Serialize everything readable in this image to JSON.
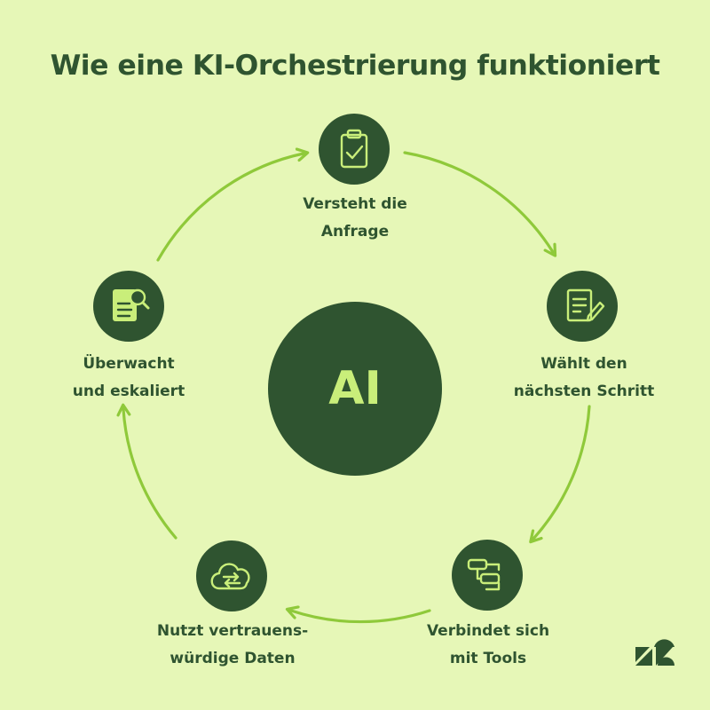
{
  "title": "Wie eine KI-Orchestrierung funktioniert",
  "center_label": "AI",
  "steps": [
    {
      "line1": "Versteht die",
      "line2": "Anfrage",
      "icon": "clipboard-check-icon"
    },
    {
      "line1": "Wählt den",
      "line2": "nächsten Schritt",
      "icon": "document-edit-icon"
    },
    {
      "line1": "Verbindet sich",
      "line2": "mit Tools",
      "icon": "workflow-icon"
    },
    {
      "line1": "Nutzt vertrauens-",
      "line2": "würdige Daten",
      "icon": "cloud-sync-icon"
    },
    {
      "line1": "Überwacht",
      "line2": "und eskaliert",
      "icon": "document-search-icon"
    }
  ],
  "brand": "zendesk-logo-icon",
  "colors": {
    "background": "#e6f7b7",
    "dark_green": "#2f5430",
    "accent_green": "#c9ee7a",
    "arrow_green": "#8fc93a"
  }
}
